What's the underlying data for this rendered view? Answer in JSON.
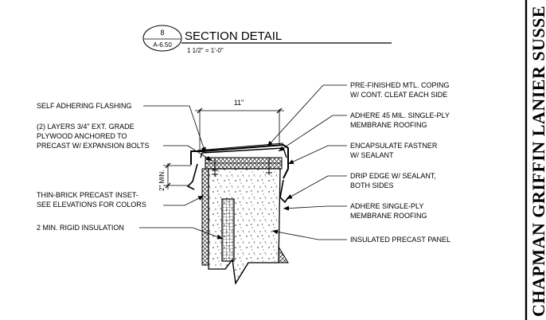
{
  "detail": {
    "number": "8",
    "sheet": "A-6.50",
    "title": "SECTION DETAIL",
    "scale": "1 1/2\" = 1'-0\""
  },
  "dimensions": {
    "width": "11\"",
    "min_height": "2\" MIN."
  },
  "left_labels": {
    "flashing": "SELF ADHERING FLASHING",
    "plywood_1": "(2) LAYERS 3/4\" EXT. GRADE",
    "plywood_2": "PLYWOOD ANCHORED TO",
    "plywood_3": "PRECAST W/ EXPANSION BOLTS",
    "thinbrick_1": "THIN-BRICK PRECAST INSET-",
    "thinbrick_2": "SEE ELEVATIONS FOR COLORS",
    "insulation": "2 MIN. RIGID INSULATION"
  },
  "right_labels": {
    "coping_1": "PRE-FINISHED MTL. COPING",
    "coping_2": "W/ CONT. CLEAT EACH SIDE",
    "membrane45_1": "ADHERE 45 MIL. SINGLE-PLY",
    "membrane45_2": "MEMBRANE ROOFING",
    "fastener_1": "ENCAPSULATE FASTNER",
    "fastener_2": "W/ SEALANT",
    "drip_1": "DRIP EDGE W/ SEALANT,",
    "drip_2": "BOTH SIDES",
    "membrane_1": "ADHERE SINGLE-PLY",
    "membrane_2": "MEMBRANE ROOFING",
    "panel": "INSULATED PRECAST PANEL"
  },
  "firm_name": "CHAPMAN GRIFFIN LANIER SUSSE"
}
